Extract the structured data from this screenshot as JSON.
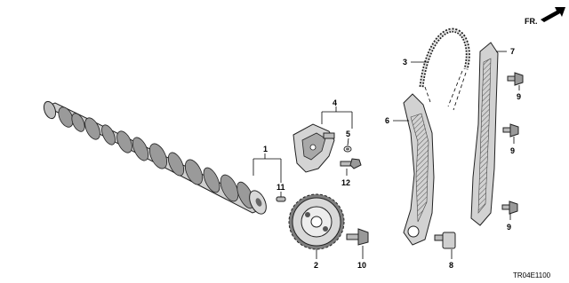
{
  "diagram": {
    "direction_label": "FR.",
    "drawing_code": "TR04E1100",
    "callouts": {
      "camshaft": "1",
      "sprocket": "2",
      "chain": "3",
      "tensioner_assy": "4",
      "tensioner_o_ring": "5",
      "tensioner_arm": "6",
      "chain_guide": "7",
      "pivot_bolt": "8",
      "guide_bolt_top": "9",
      "guide_bolt_mid": "9",
      "guide_bolt_low": "9",
      "sprocket_bolt": "10",
      "dowel_pin": "11",
      "tensioner_bolt": "12"
    }
  }
}
